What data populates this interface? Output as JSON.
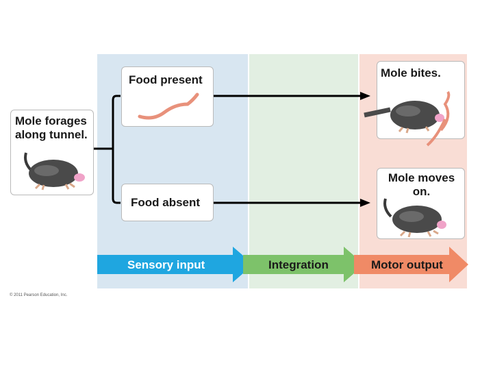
{
  "stimulus_box": {
    "text": "Mole forages along tunnel."
  },
  "condition_present": {
    "text": "Food present"
  },
  "condition_absent": {
    "text": "Food absent"
  },
  "response_bite": {
    "text": "Mole bites."
  },
  "response_move": {
    "text": "Mole moves on."
  },
  "stages": {
    "sensory": "Sensory input",
    "integration": "Integration",
    "motor": "Motor output"
  },
  "colors": {
    "sensory": "#1fa6e0",
    "integration": "#7dc26a",
    "motor": "#f08a66",
    "worm": "#e8917b"
  },
  "copyright": "© 2011 Pearson Education, Inc."
}
